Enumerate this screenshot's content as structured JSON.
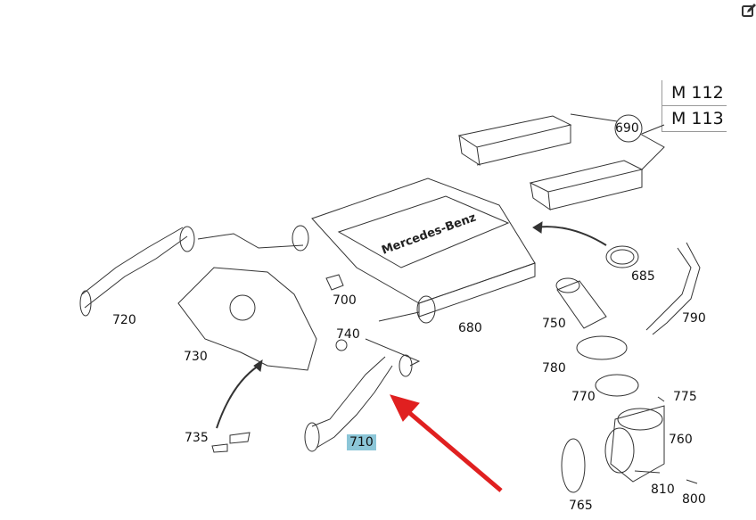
{
  "engines": [
    "M 112",
    "M 113"
  ],
  "parts": {
    "p690": "690",
    "p685": "685",
    "p680": "680",
    "p700": "700",
    "p720": "720",
    "p730": "730",
    "p735": "735",
    "p740": "740",
    "p710": "710",
    "p750": "750",
    "p760": "760",
    "p765": "765",
    "p770": "770",
    "p775": "775",
    "p780": "780",
    "p790": "790",
    "p800": "800",
    "p810": "810"
  },
  "highlighted_part": "710",
  "colors": {
    "highlight": "#8cc6d8",
    "arrow": "#e02020"
  },
  "icons": {
    "edit": "edit-icon"
  }
}
